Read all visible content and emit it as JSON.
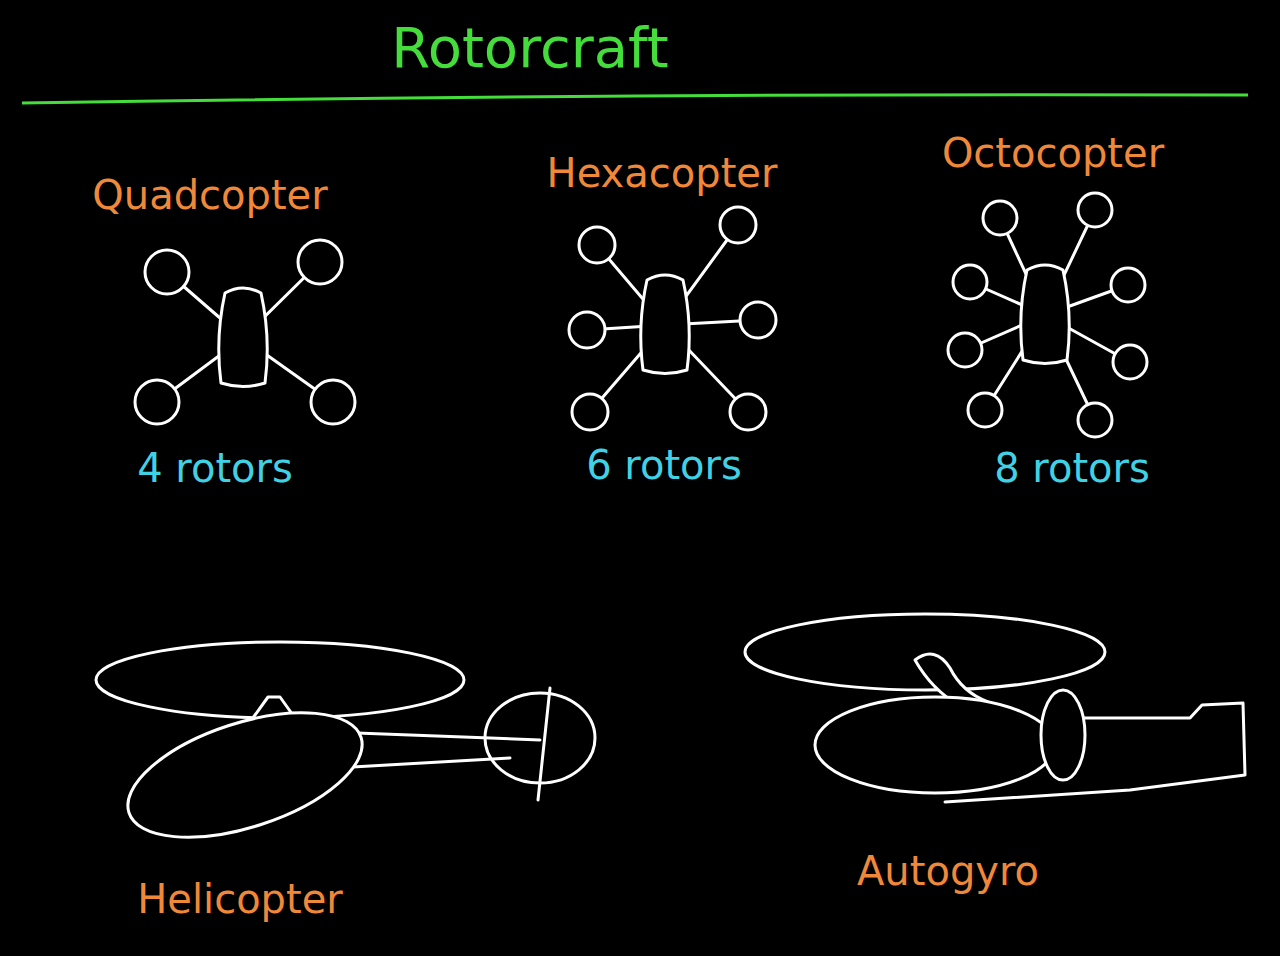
{
  "diagram": {
    "title": "Rotorcraft",
    "labels": [
      "Quadcopter",
      "Hexacopter",
      "Octocopter",
      "4 rotors",
      "6 rotors",
      "8 rotors",
      "Helicopter",
      "Autogyro"
    ]
  }
}
